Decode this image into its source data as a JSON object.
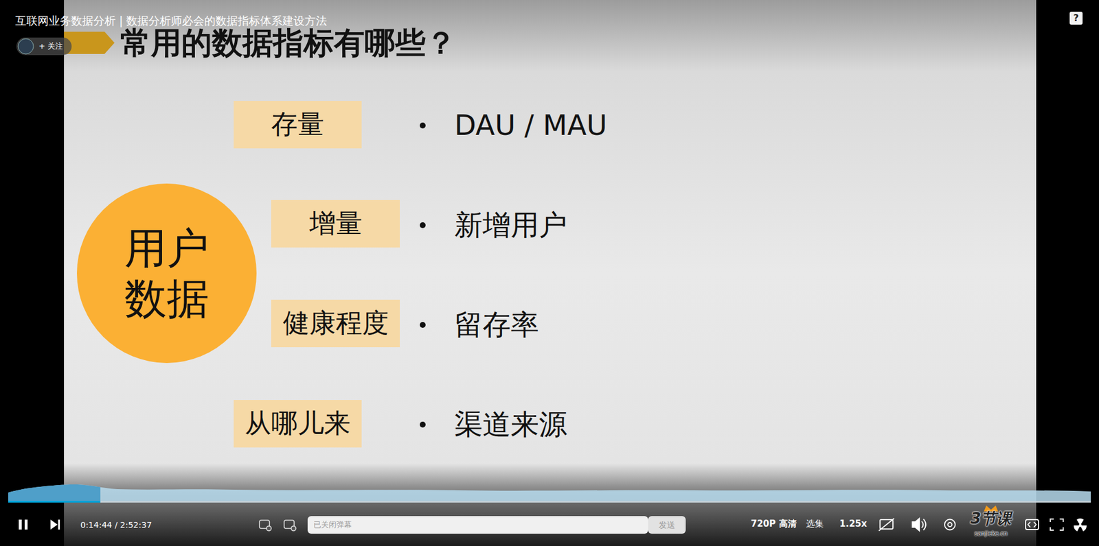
{
  "diagram": {
    "title": "常用的数据指标有哪些？",
    "nodes": [
      {
        "text": [
          "用户数据"
        ]
      },
      {
        "text": [
          "存量"
        ]
      },
      {
        "text": [
          "增量"
        ]
      },
      {
        "text": [
          "健康程度"
        ]
      },
      {
        "text": [
          "从哪儿来"
        ]
      }
    ],
    "edges": [],
    "labels": [
      "互联网业务数据分析 | 数据分析师必会的数据指标体系建设方法",
      "+ 关注",
      "?",
      "DAU / MAU",
      "新增用户",
      "留存率",
      "渠道来源",
      "0:14:44 / 2:52:37",
      "已关闭弹幕",
      "发送",
      "720P 高清",
      "选集",
      "1.25x",
      "3节课",
      "sanjieke.cn"
    ]
  }
}
